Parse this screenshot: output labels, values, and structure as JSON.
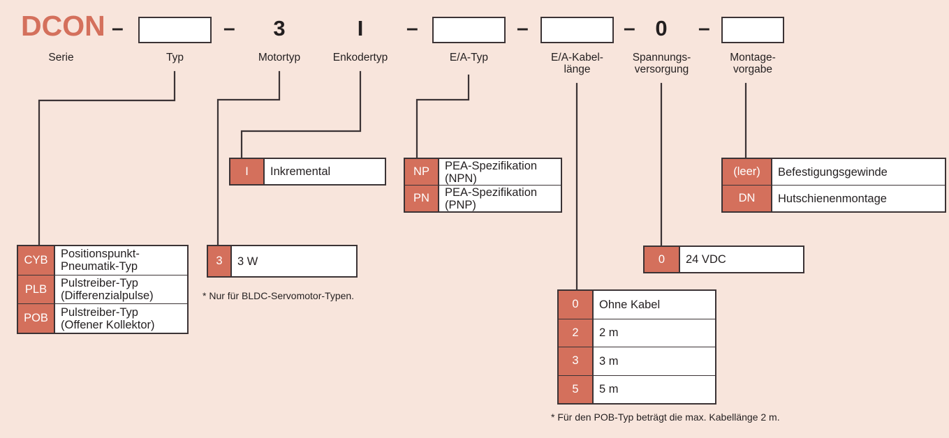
{
  "diagram": {
    "brand": "DCON",
    "separator": "–",
    "segments": [
      {
        "key": "serie",
        "type": "brand",
        "value": "DCON",
        "label": "Serie"
      },
      {
        "key": "typ",
        "type": "blank",
        "value": "",
        "label": "Typ"
      },
      {
        "key": "motortyp",
        "type": "fixed",
        "value": "3",
        "label": "Motortyp"
      },
      {
        "key": "enkodertyp",
        "type": "fixed",
        "value": "I",
        "label": "Enkodertyp"
      },
      {
        "key": "ea_typ",
        "type": "blank",
        "value": "",
        "label": "E/A-Typ"
      },
      {
        "key": "ea_kabel",
        "type": "blank",
        "value": "",
        "label": "E/A-Kabel-\nlänge"
      },
      {
        "key": "spannung",
        "type": "fixed",
        "value": "0",
        "label": "Spannungs-\nversorgung"
      },
      {
        "key": "montage",
        "type": "blank",
        "value": "",
        "label": "Montage-\nvorgabe"
      }
    ],
    "tables": {
      "typ": {
        "name": "Typ",
        "rows": [
          {
            "code": "CYB",
            "desc": "Positionspunkt-\nPneumatik-Typ"
          },
          {
            "code": "PLB",
            "desc": "Pulstreiber-Typ\n(Differenzialpulse)"
          },
          {
            "code": "POB",
            "desc": "Pulstreiber-Typ\n(Offener Kollektor)"
          }
        ]
      },
      "motortyp": {
        "name": "Motortyp",
        "rows": [
          {
            "code": "3",
            "desc": "3 W"
          }
        ],
        "note": "* Nur für BLDC-Servomotor-Typen."
      },
      "enkodertyp": {
        "name": "Enkodertyp",
        "rows": [
          {
            "code": "I",
            "desc": "Inkremental"
          }
        ]
      },
      "ea_typ": {
        "name": "E/A-Typ",
        "rows": [
          {
            "code": "NP",
            "desc": "PEA-Spezifikation (NPN)"
          },
          {
            "code": "PN",
            "desc": "PEA-Spezifikation (PNP)"
          }
        ]
      },
      "ea_kabel": {
        "name": "E/A-Kabellänge",
        "rows": [
          {
            "code": "0",
            "desc": "Ohne Kabel"
          },
          {
            "code": "2",
            "desc": "2 m"
          },
          {
            "code": "3",
            "desc": "3 m"
          },
          {
            "code": "5",
            "desc": "5 m"
          }
        ],
        "note": "* Für den POB-Typ beträgt die max. Kabellänge 2 m."
      },
      "spannung": {
        "name": "Spannungsversorgung",
        "rows": [
          {
            "code": "0",
            "desc": "24 VDC"
          }
        ]
      },
      "montage": {
        "name": "Montagevorgabe",
        "rows": [
          {
            "code": "(leer)",
            "desc": "Befestigungsgewinde"
          },
          {
            "code": "DN",
            "desc": "Hutschienenmontage"
          }
        ]
      }
    },
    "colors": {
      "background": "#f8e5dc",
      "accent": "#d4705c",
      "line": "#3b3335",
      "text": "#231f20",
      "cell_background": "#ffffff"
    }
  }
}
